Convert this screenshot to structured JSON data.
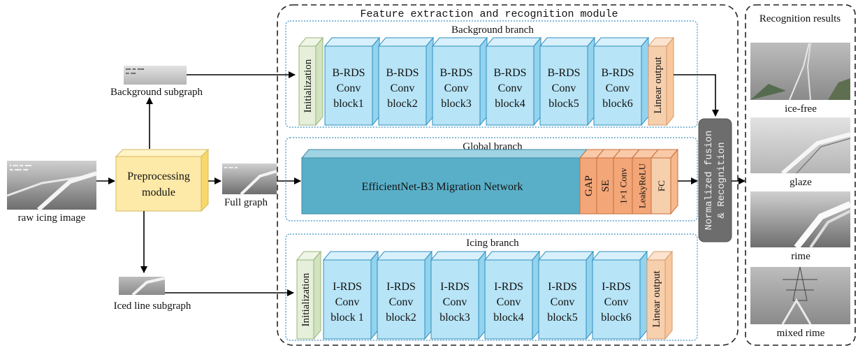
{
  "module_title": "Feature extraction and recognition module",
  "results_title": "Recognition results",
  "inputs": {
    "raw": "raw icing image",
    "preprocessing": [
      "Preprocessing",
      "module"
    ],
    "background_subgraph": "Background subgraph",
    "full_graph": "Full graph",
    "iced_subgraph": "Iced line subgraph"
  },
  "background_branch": {
    "title": "Background branch",
    "init": "Initialization",
    "blocks": [
      [
        "B-RDS",
        "Conv",
        "block1"
      ],
      [
        "B-RDS",
        "Conv",
        "block2"
      ],
      [
        "B-RDS",
        "Conv",
        "block3"
      ],
      [
        "B-RDS",
        "Conv",
        "block4"
      ],
      [
        "B-RDS",
        "Conv",
        "block5"
      ],
      [
        "B-RDS",
        "Conv",
        "block6"
      ]
    ],
    "output": "Linear output"
  },
  "global_branch": {
    "title": "Global branch",
    "network": "EfficientNet-B3 Migration Network",
    "layers": [
      "GAP",
      "SE",
      "1×1 Conv",
      "LeakyReLU",
      "FC"
    ]
  },
  "icing_branch": {
    "title": "Icing branch",
    "init": "Initialization",
    "blocks": [
      [
        "I-RDS",
        "Conv",
        "block 1"
      ],
      [
        "I-RDS",
        "Conv",
        "block2"
      ],
      [
        "I-RDS",
        "Conv",
        "block3"
      ],
      [
        "I-RDS",
        "Conv",
        "block4"
      ],
      [
        "I-RDS",
        "Conv",
        "block5"
      ],
      [
        "I-RDS",
        "Conv",
        "block6"
      ]
    ],
    "output": "Linear output"
  },
  "fusion": [
    "Normalized fusion",
    "& Recognition"
  ],
  "results": [
    "ice-free",
    "glaze",
    "rime",
    "mixed rime"
  ],
  "colors": {
    "block_front": "#b7e4f6",
    "block_side": "#d8f0fb",
    "block_stroke": "#2e8fc1",
    "init_front": "#e5efd9",
    "output_front": "#f6cfad",
    "network": "#5aafc8",
    "gap_layers": "#f3a677",
    "preproc": "#fde9a8",
    "fusion": "#6d6d6d",
    "dotted": "#3b8fc4"
  }
}
